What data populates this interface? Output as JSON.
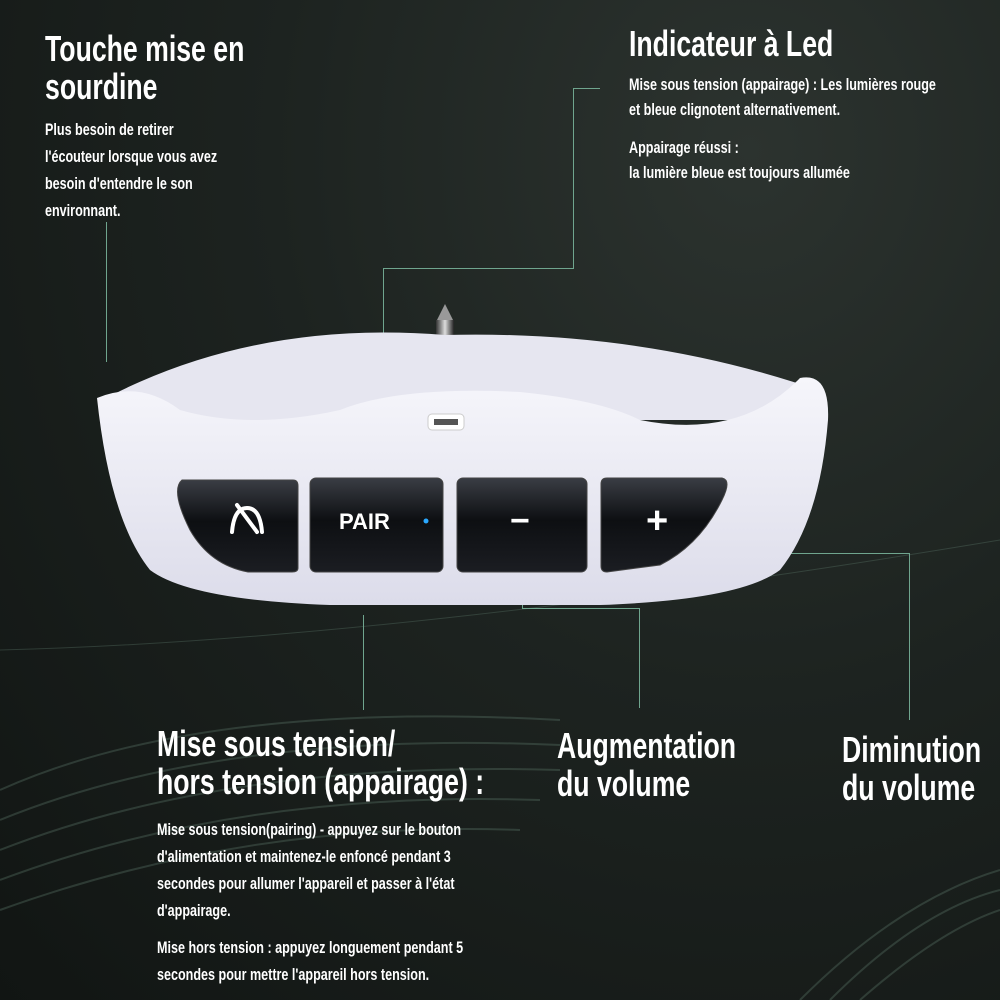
{
  "mute": {
    "title_lines": [
      "Touche mise en",
      "sourdine"
    ],
    "desc_lines": [
      "Plus besoin de retirer",
      "l'écouteur lorsque vous avez",
      "besoin d'entendre le son",
      "environnant."
    ]
  },
  "led": {
    "title": "Indicateur à Led",
    "desc_lines": [
      "Mise sous tension (appairage) : Les lumières rouge",
      "et bleue clignotent alternativement."
    ],
    "success_lines": [
      "Appairage réussi :",
      "la lumière bleue est toujours allumée"
    ]
  },
  "power": {
    "title_lines": [
      "Mise sous tension/",
      "hors tension (appairage) :"
    ],
    "desc_lines": [
      "Mise sous tension(pairing) - appuyez sur le bouton",
      "d'alimentation et maintenez-le enfoncé pendant 3",
      "secondes pour allumer l'appareil et passer à l'état",
      "d'appairage."
    ],
    "off_lines": [
      "Mise hors tension : appuyez longuement pendant 5",
      "secondes pour mettre l'appareil hors tension."
    ]
  },
  "volume_up": {
    "title_lines": [
      "Augmentation",
      "du volume"
    ]
  },
  "volume_down": {
    "title_lines": [
      "Diminution",
      "du volume"
    ]
  },
  "device": {
    "buttons": {
      "pair": "PAIR",
      "minus": "−",
      "plus": "+"
    }
  },
  "colors": {
    "line": "#6fa58e",
    "led": "#2aa8ff",
    "body": "#eeeef6",
    "button": "#15171b"
  }
}
